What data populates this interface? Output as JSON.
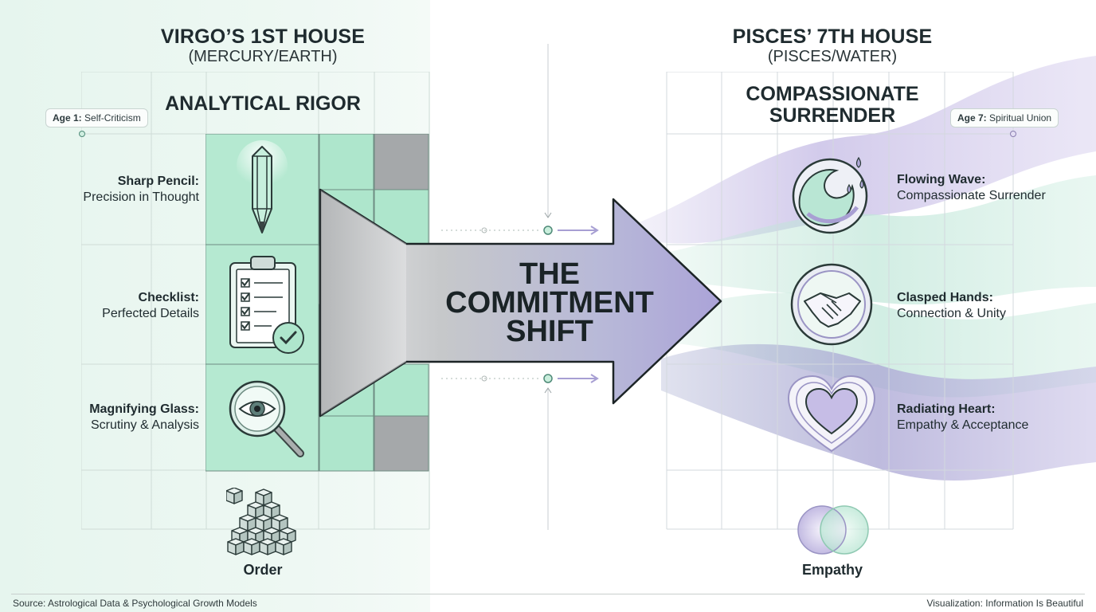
{
  "left": {
    "title": "VIRGO’S 1ST HOUSE",
    "subtitle": "(MERCURY/EARTH)",
    "theme": "ANALYTICAL RIGOR",
    "badge_bold": "Age 1:",
    "badge_text": "Self-Criticism",
    "items": [
      {
        "title": "Sharp Pencil:",
        "desc": "Precision in Thought",
        "icon": "crystal-pencil-icon"
      },
      {
        "title": "Checklist:",
        "desc": "Perfected Details",
        "icon": "clipboard-checklist-icon"
      },
      {
        "title": "Magnifying Glass:",
        "desc": "Scrutiny & Analysis",
        "icon": "magnifying-eye-icon"
      }
    ],
    "bottom_label": "Order",
    "bottom_icon": "cube-pyramid-icon"
  },
  "center": {
    "arrow_lines": [
      "THE",
      "COMMITMENT",
      "SHIFT"
    ]
  },
  "right": {
    "title": "PISCES’ 7TH HOUSE",
    "subtitle": "(PISCES/WATER)",
    "theme_lines": [
      "COMPASSIONATE",
      "SURRENDER"
    ],
    "badge_bold": "Age 7:",
    "badge_text": "Spiritual Union",
    "items": [
      {
        "title": "Flowing Wave:",
        "desc": "Compassionate Surrender",
        "icon": "wave-icon"
      },
      {
        "title": "Clasped Hands:",
        "desc": "Connection & Unity",
        "icon": "clasped-hands-icon"
      },
      {
        "title": "Radiating Heart:",
        "desc": "Empathy & Acceptance",
        "icon": "heart-icon"
      }
    ],
    "bottom_label": "Empathy",
    "bottom_icon": "venn-circles-icon"
  },
  "footer": {
    "source": "Source: Astrological Data & Psychological Growth Models",
    "credit": "Visualization: Information Is Beautiful"
  },
  "colors": {
    "mint": "#aee6cc",
    "mint_light": "#e6f5ee",
    "gray_block": "#a5a8aa",
    "violet": "#b9abd9",
    "arrow_start": "#c9cbcd",
    "arrow_end": "#b3acd9"
  }
}
